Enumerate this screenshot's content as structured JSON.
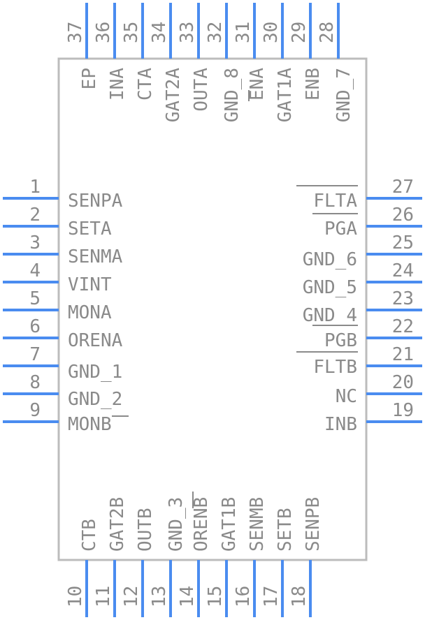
{
  "left_pins": [
    {
      "num": "1",
      "label": "SENPA"
    },
    {
      "num": "2",
      "label": "SETA"
    },
    {
      "num": "3",
      "label": "SENMA"
    },
    {
      "num": "4",
      "label": "VINT"
    },
    {
      "num": "5",
      "label": "MONA"
    },
    {
      "num": "6",
      "label": "ORENA"
    },
    {
      "num": "7",
      "label": "GND_1"
    },
    {
      "num": "8",
      "label": "GND_2"
    },
    {
      "num": "9",
      "label": "MONB"
    }
  ],
  "bottom_pins": [
    {
      "num": "10",
      "label": "CTB"
    },
    {
      "num": "11",
      "label": "GAT2B"
    },
    {
      "num": "12",
      "label": "OUTB"
    },
    {
      "num": "13",
      "label": "GND_3"
    },
    {
      "num": "14",
      "label": "ORENB"
    },
    {
      "num": "15",
      "label": "GAT1B"
    },
    {
      "num": "16",
      "label": "SENMB"
    },
    {
      "num": "17",
      "label": "SETB"
    },
    {
      "num": "18",
      "label": "SENPB"
    }
  ],
  "right_pins": [
    {
      "num": "19",
      "label": "INB"
    },
    {
      "num": "20",
      "label": "NC"
    },
    {
      "num": "21",
      "label": "FLTB"
    },
    {
      "num": "22",
      "label": "PGB"
    },
    {
      "num": "23",
      "label": "GND_4"
    },
    {
      "num": "24",
      "label": "GND_5"
    },
    {
      "num": "25",
      "label": "GND_6"
    },
    {
      "num": "26",
      "label": "PGA"
    },
    {
      "num": "27",
      "label": "FLTA"
    }
  ],
  "top_pins": [
    {
      "num": "28",
      "label": "GND_7"
    },
    {
      "num": "29",
      "label": "ENB"
    },
    {
      "num": "30",
      "label": "GAT1A"
    },
    {
      "num": "31",
      "label": "ENA"
    },
    {
      "num": "32",
      "label": "GND_8"
    },
    {
      "num": "33",
      "label": "OUTA"
    },
    {
      "num": "34",
      "label": "GAT2A"
    },
    {
      "num": "35",
      "label": "CTA"
    },
    {
      "num": "36",
      "label": "INA"
    },
    {
      "num": "37",
      "label": "EP"
    }
  ]
}
